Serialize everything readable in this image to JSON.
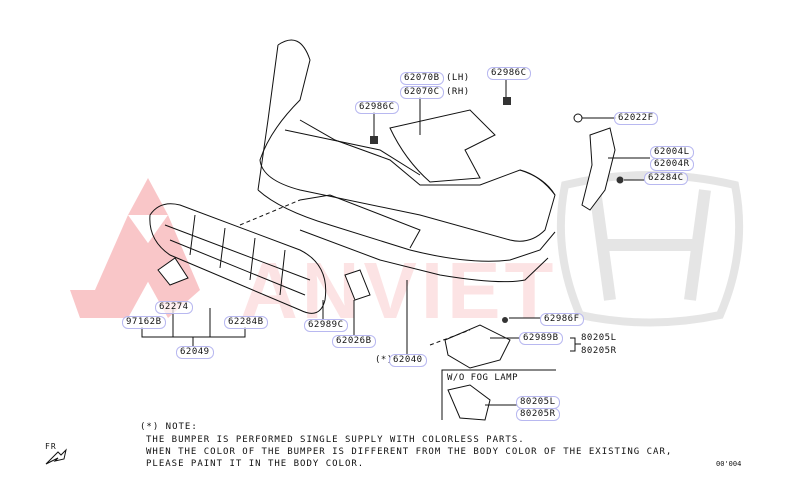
{
  "parts": {
    "p62070B": "62070B",
    "p62070B_side": "(LH)",
    "p62070C": "62070C",
    "p62070C_side": "(RH)",
    "p62986C_top": "62986C",
    "p62986C_left": "62986C",
    "p62022F": "62022F",
    "p62004L": "62004L",
    "p62004R": "62004R",
    "p62284C": "62284C",
    "p62274": "62274",
    "p97162B": "97162B",
    "p62284B": "62284B",
    "p62049": "62049",
    "p62989C": "62989C",
    "p62026B": "62026B",
    "p62040_prefix": "(*)",
    "p62040": "62040",
    "p62986F": "62986F",
    "p62989B": "62989B",
    "p80205L": "80205L",
    "p80205R": "80205R",
    "fog_title": "W/O FOG LAMP",
    "p80205L_fog": "80205L",
    "p80205R_fog": "80205R"
  },
  "note": {
    "heading": "(*) NOTE:",
    "line1": "THE BUMPER IS PERFORMED SINGLE SUPPLY WITH COLORLESS PARTS.",
    "line2": "WHEN THE COLOR OF THE BUMPER IS DIFFERENT FROM THE BODY COLOR OF THE EXISTING CAR,",
    "line3": "PLEASE PAINT IT IN THE BODY COLOR."
  },
  "direction_label": "FR",
  "diagram_code": "00'004",
  "watermark": {
    "text": "ANVIET",
    "red": "#e8202a",
    "blue": "#5ab4e6"
  },
  "colors": {
    "label_border": "#b8b8f0",
    "line": "#111111"
  }
}
